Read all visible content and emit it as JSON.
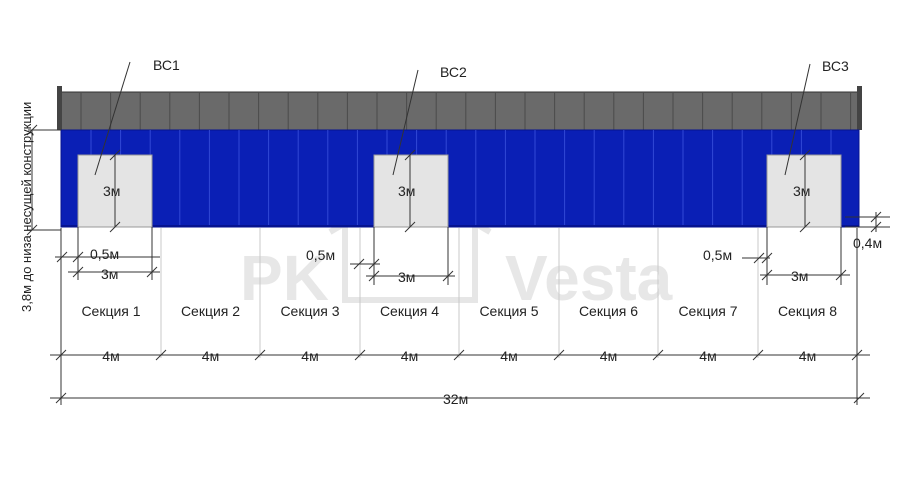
{
  "side_label": "3,8м до низа несущей конструкции",
  "doors": [
    {
      "tag": "ВС1",
      "height": "3м"
    },
    {
      "tag": "ВС2",
      "height": "3м"
    },
    {
      "tag": "ВС3",
      "height": "3м"
    }
  ],
  "door_offsets": [
    "0,5м",
    "0,5м",
    "0,5м"
  ],
  "door_widths": [
    "3м",
    "3м",
    "3м"
  ],
  "right_offset": "0,4м",
  "sections": [
    "Секция 1",
    "Секция 2",
    "Секция 3",
    "Секция 4",
    "Секция 5",
    "Секция 6",
    "Секция 7",
    "Секция 8"
  ],
  "section_widths": [
    "4м",
    "4м",
    "4м",
    "4м",
    "4м",
    "4м",
    "4м",
    "4м"
  ],
  "total_width": "32м",
  "watermark": [
    "PK",
    "Vesta"
  ],
  "colors": {
    "wall": "#0a1fb5",
    "wall_dark": "#061390",
    "roof": "#6a6a6a",
    "door": "#e4e4e4"
  }
}
